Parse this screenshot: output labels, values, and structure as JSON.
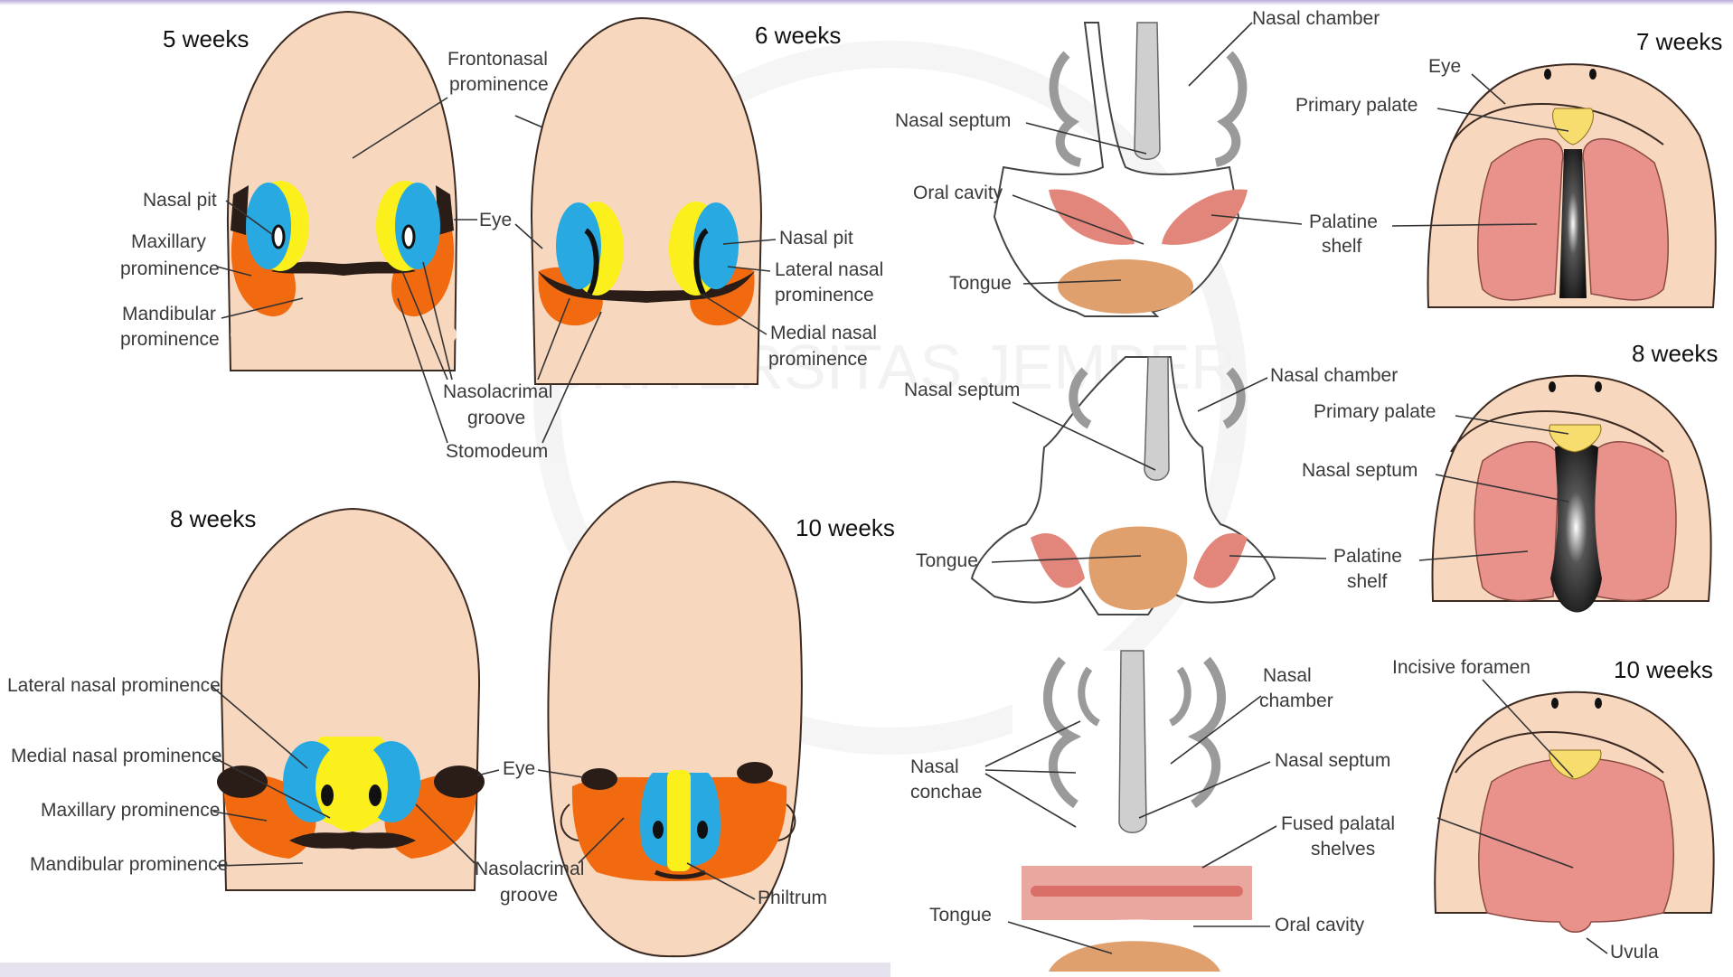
{
  "watermark": {
    "text": "UNIVERSITAS JEMBER"
  },
  "face_panels": {
    "w5": {
      "week": "5 weeks",
      "labels": {
        "frontonasal_1": "Frontonasal",
        "frontonasal_2": "prominence",
        "nasal_pit": "Nasal pit",
        "maxillary_1": "Maxillary",
        "maxillary_2": "prominence",
        "mandibular_1": "Mandibular",
        "mandibular_2": "prominence"
      }
    },
    "w6": {
      "week": "6 weeks",
      "labels": {
        "eye": "Eye",
        "nasal_pit": "Nasal pit",
        "lateral_1": "Lateral nasal",
        "lateral_2": "prominence",
        "medial_1": "Medial nasal",
        "medial_2": "prominence",
        "nasolacrimal_1": "Nasolacrimal",
        "nasolacrimal_2": "groove",
        "stomodeum": "Stomodeum"
      }
    },
    "w8": {
      "week": "8 weeks",
      "labels": {
        "lateral": "Lateral nasal prominence",
        "medial": "Medial nasal prominence",
        "maxillary": "Maxillary prominence",
        "mandibular": "Mandibular prominence"
      }
    },
    "w10": {
      "week": "10 weeks",
      "labels": {
        "eye": "Eye",
        "nasolacrimal_1": "Nasolacrimal",
        "nasolacrimal_2": "groove",
        "philtrum": "Philtrum"
      }
    }
  },
  "section_panels": {
    "s1": {
      "labels": {
        "nasal_chamber": "Nasal chamber",
        "nasal_septum": "Nasal septum",
        "oral_cavity": "Oral cavity",
        "tongue": "Tongue",
        "palatine_1": "Palatine",
        "palatine_2": "shelf"
      }
    },
    "s2": {
      "labels": {
        "nasal_septum": "Nasal septum",
        "nasal_chamber": "Nasal chamber",
        "tongue": "Tongue",
        "palatine_1": "Palatine",
        "palatine_2": "shelf"
      }
    },
    "s3": {
      "labels": {
        "nasal_conchae_1": "Nasal",
        "nasal_conchae_2": "conchae",
        "nasal_chamber_1": "Nasal",
        "nasal_chamber_2": "chamber",
        "nasal_septum": "Nasal septum",
        "fused_1": "Fused palatal",
        "fused_2": "shelves",
        "tongue": "Tongue",
        "oral_cavity": "Oral cavity"
      }
    }
  },
  "palate_panels": {
    "p7": {
      "week": "7 weeks",
      "labels": {
        "eye": "Eye",
        "primary_palate": "Primary palate"
      }
    },
    "p8": {
      "week": "8 weeks",
      "labels": {
        "primary_palate": "Primary palate",
        "nasal_septum": "Nasal septum"
      }
    },
    "p10": {
      "week": "10 weeks",
      "labels": {
        "incisive_foramen": "Incisive foramen",
        "uvula": "Uvula"
      }
    }
  },
  "colors": {
    "skin": "#f8d7bf",
    "skin_edge": "#3b2a22",
    "yellow": "#fbf01c",
    "blue": "#29a9e1",
    "orange": "#f26a10",
    "dark": "#2a1d18",
    "palate_pink": "#e9918b",
    "palate_yellow": "#f7dd6e",
    "tongue": "#e0a06d",
    "shelf_red": "#e2857a",
    "septum_gray": "#cfcfcf",
    "border_purple": "#b8a9d6"
  }
}
